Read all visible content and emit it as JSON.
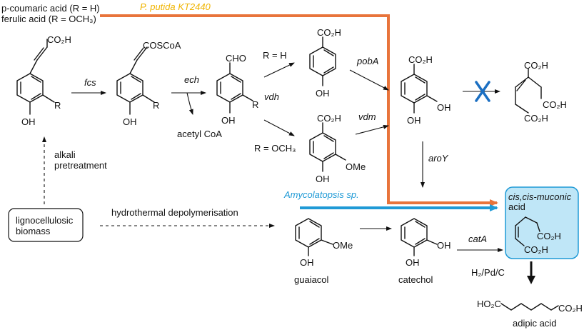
{
  "top_left": {
    "line1": "p-coumaric acid (R = H)",
    "line2": "ferulic acid (R = OCH₃)"
  },
  "organisms": {
    "putida": "P. putida KT2440",
    "amycolatopsis": "Amycolatopsis sp."
  },
  "colors": {
    "orange_route": "#e8743b",
    "blue_route": "#1f9ad6",
    "putida_text": "#f0b400",
    "highlight_fill": "#bfe6f7",
    "highlight_border": "#1f9ad6",
    "blocked_x": "#1b6fc2"
  },
  "enzymes": {
    "fcs": "fcs",
    "ech": "ech",
    "vdh": "vdh",
    "pobA": "pobA",
    "vdm": "vdm",
    "aroY": "aroY",
    "catA": "catA"
  },
  "substituent_labels": {
    "r_h": "R = H",
    "r_och3": "R = OCH₃"
  },
  "groups": {
    "co2h": "CO₂H",
    "coscoa": "COSCoA",
    "cho": "CHO",
    "oh": "OH",
    "r": "R",
    "ome": "OMe",
    "ho2c": "HO₂C"
  },
  "byproduct": "acetyl CoA",
  "alkali": {
    "line1": "alkali",
    "line2": "pretreatment"
  },
  "biomass": {
    "line1": "lignocellulosic",
    "line2": "biomass"
  },
  "depolymerisation": "hydrothermal depolymerisation",
  "compounds": {
    "guaiacol": "guaiacol",
    "catechol": "catechol",
    "muconic_line1": "cis,cis-muconic",
    "muconic_line2": "acid",
    "adipic": "adipic acid"
  },
  "hydrogenation": "H₂/Pd/C"
}
